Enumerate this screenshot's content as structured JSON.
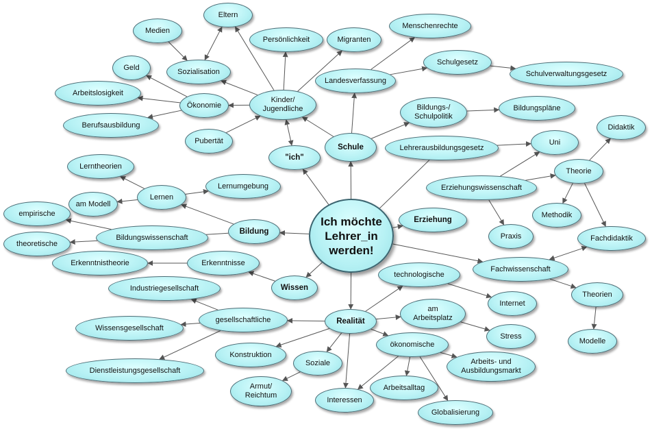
{
  "nodes": {
    "center": "Ich möchte\nLehrer_in\nwerden!",
    "schule": "Schule",
    "ich": "\"ich\"",
    "erziehung": "Erziehung",
    "bildung": "Bildung",
    "wissen": "Wissen",
    "realitaet": "Realität",
    "kinder": "Kinder/\nJugendliche",
    "oekonomie": "Ökonomie",
    "sozialisation": "Sozialisation",
    "eltern": "Eltern",
    "medien": "Medien",
    "geld": "Geld",
    "arbeitslosigkeit": "Arbeitslosigkeit",
    "berufsausbildung": "Berufsausbildung",
    "pubertaet": "Pubertät",
    "persoenlichkeit": "Persönlichkeit",
    "migranten": "Migranten",
    "landesverfassung": "Landesverfassung",
    "menschenrechte": "Menschenrechte",
    "schulgesetz": "Schulgesetz",
    "schulverwaltungsgesetz": "Schulverwaltungsgesetz",
    "bildungspolitik": "Bildungs-/\nSchulpolitik",
    "bildungsplaene": "Bildungspläne",
    "lehrerausbildungsgesetz": "Lehrerausbildungsgesetz",
    "uni": "Uni",
    "didaktik": "Didaktik",
    "theorie": "Theorie",
    "erziehungswissenschaft": "Erziehungswissenschaft",
    "methodik": "Methodik",
    "praxis": "Praxis",
    "fachdidaktik": "Fachdidaktik",
    "fachwissenschaft": "Fachwissenschaft",
    "theorien": "Theorien",
    "modelle": "Modelle",
    "lerntheorien": "Lerntheorien",
    "lernen": "Lernen",
    "am_modell": "am Modell",
    "lernumgebung": "Lernumgebung",
    "empirische": "empirische",
    "bildungswissenschaft": "Bildungswissenschaft",
    "theoretische": "theoretische",
    "erkenntnistheorie": "Erkenntnistheorie",
    "erkenntnisse": "Erkenntnisse",
    "industriegesellschaft": "Industriegesellschaft",
    "gesellschaftliche": "gesellschaftliche",
    "wissensgesellschaft": "Wissensgesellschaft",
    "dienstleistungsgesellschaft": "Dienstleistungsgesellschaft",
    "technologische": "technologische",
    "internet": "Internet",
    "arbeitsplatz": "am\nArbeitsplatz",
    "stress": "Stress",
    "konstruktion": "Konstruktion",
    "soziale": "Soziale",
    "armut": "Armut/\nReichtum",
    "oekonomische": "ökonomische",
    "arbeitsmarkt": "Arbeits- und\nAusbildungsmarkt",
    "interessen": "Interessen",
    "arbeitsalltag": "Arbeitsalltag",
    "globalisierung": "Globalisierung"
  },
  "colors": {
    "node_fill": "#b6f1f4",
    "node_border": "#4a6a73",
    "edge": "#555555"
  }
}
